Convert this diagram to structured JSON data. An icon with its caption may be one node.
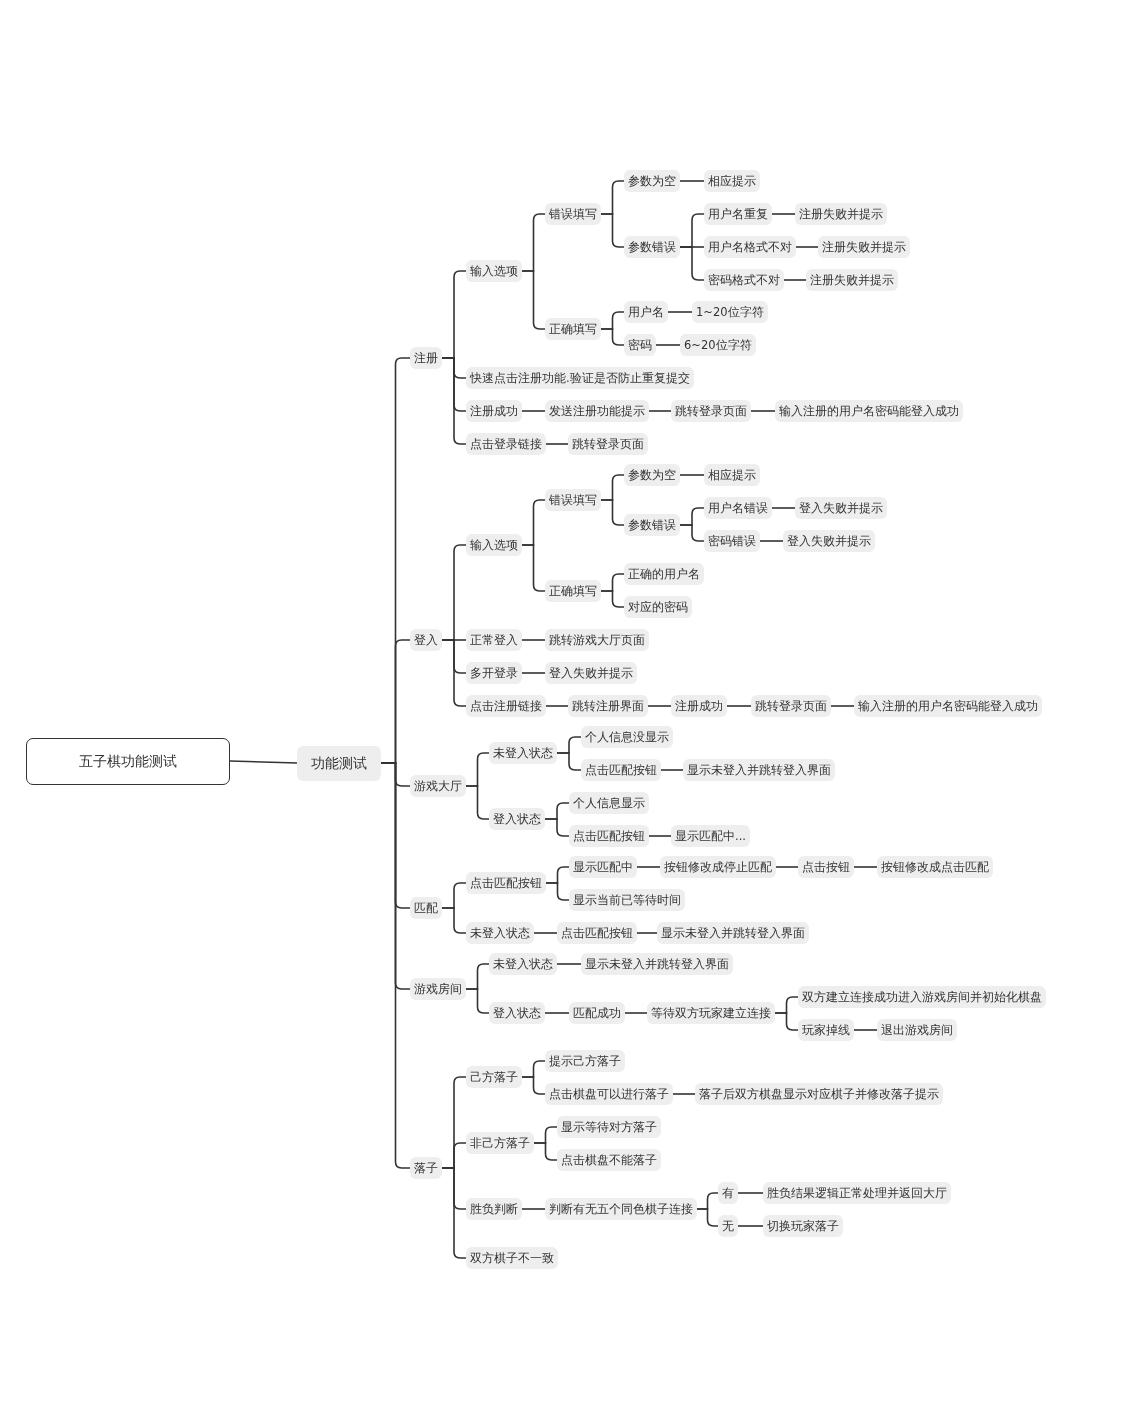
{
  "diagram": {
    "nodes": [
      {
        "text": [
          "五子棋功能测试"
        ]
      },
      {
        "text": [
          "功能测试"
        ]
      },
      {
        "text": [
          "注册"
        ]
      },
      {
        "text": [
          "输入选项"
        ]
      },
      {
        "text": [
          "错误填写"
        ]
      },
      {
        "text": [
          "参数为空"
        ]
      },
      {
        "text": [
          "相应提示"
        ]
      },
      {
        "text": [
          "参数错误"
        ]
      },
      {
        "text": [
          "用户名重复"
        ]
      },
      {
        "text": [
          "注册失败并提示"
        ]
      },
      {
        "text": [
          "用户名格式不对"
        ]
      },
      {
        "text": [
          "注册失败并提示"
        ]
      },
      {
        "text": [
          "密码格式不对"
        ]
      },
      {
        "text": [
          "注册失败并提示"
        ]
      },
      {
        "text": [
          "正确填写"
        ]
      },
      {
        "text": [
          "用户名"
        ]
      },
      {
        "text": [
          "1~20位字符"
        ]
      },
      {
        "text": [
          "密码"
        ]
      },
      {
        "text": [
          "6~20位字符"
        ]
      },
      {
        "text": [
          "快速点击注册功能.验证是否防止重复提交"
        ]
      },
      {
        "text": [
          "注册成功"
        ]
      },
      {
        "text": [
          "发送注册功能提示"
        ]
      },
      {
        "text": [
          "跳转登录页面"
        ]
      },
      {
        "text": [
          "输入注册的用户名密码能登入成功"
        ]
      },
      {
        "text": [
          "点击登录链接"
        ]
      },
      {
        "text": [
          "跳转登录页面"
        ]
      },
      {
        "text": [
          "登入"
        ]
      },
      {
        "text": [
          "输入选项"
        ]
      },
      {
        "text": [
          "错误填写"
        ]
      },
      {
        "text": [
          "参数为空"
        ]
      },
      {
        "text": [
          "相应提示"
        ]
      },
      {
        "text": [
          "参数错误"
        ]
      },
      {
        "text": [
          "用户名错误"
        ]
      },
      {
        "text": [
          "登入失败并提示"
        ]
      },
      {
        "text": [
          "密码错误"
        ]
      },
      {
        "text": [
          "登入失败并提示"
        ]
      },
      {
        "text": [
          "正确填写"
        ]
      },
      {
        "text": [
          "正确的用户名"
        ]
      },
      {
        "text": [
          "对应的密码"
        ]
      },
      {
        "text": [
          "正常登入"
        ]
      },
      {
        "text": [
          "跳转游戏大厅页面"
        ]
      },
      {
        "text": [
          "多开登录"
        ]
      },
      {
        "text": [
          "登入失败并提示"
        ]
      },
      {
        "text": [
          "点击注册链接"
        ]
      },
      {
        "text": [
          "跳转注册界面"
        ]
      },
      {
        "text": [
          "注册成功"
        ]
      },
      {
        "text": [
          "跳转登录页面"
        ]
      },
      {
        "text": [
          "输入注册的用户名密码能登入成功"
        ]
      },
      {
        "text": [
          "游戏大厅"
        ]
      },
      {
        "text": [
          "未登入状态"
        ]
      },
      {
        "text": [
          "个人信息没显示"
        ]
      },
      {
        "text": [
          "点击匹配按钮"
        ]
      },
      {
        "text": [
          "显示未登入并跳转登入界面"
        ]
      },
      {
        "text": [
          "登入状态"
        ]
      },
      {
        "text": [
          "个人信息显示"
        ]
      },
      {
        "text": [
          "点击匹配按钮"
        ]
      },
      {
        "text": [
          "显示匹配中..."
        ]
      },
      {
        "text": [
          "匹配"
        ]
      },
      {
        "text": [
          "点击匹配按钮"
        ]
      },
      {
        "text": [
          "显示匹配中"
        ]
      },
      {
        "text": [
          "按钮修改成停止匹配"
        ]
      },
      {
        "text": [
          "点击按钮"
        ]
      },
      {
        "text": [
          "按钮修改成点击匹配"
        ]
      },
      {
        "text": [
          "显示当前已等待时间"
        ]
      },
      {
        "text": [
          "未登入状态"
        ]
      },
      {
        "text": [
          "点击匹配按钮"
        ]
      },
      {
        "text": [
          "显示未登入并跳转登入界面"
        ]
      },
      {
        "text": [
          "游戏房间"
        ]
      },
      {
        "text": [
          "未登入状态"
        ]
      },
      {
        "text": [
          "显示未登入并跳转登入界面"
        ]
      },
      {
        "text": [
          "登入状态"
        ]
      },
      {
        "text": [
          "匹配成功"
        ]
      },
      {
        "text": [
          "等待双方玩家建立连接"
        ]
      },
      {
        "text": [
          "双方建立连接成功进入游戏房间并初始化棋盘"
        ]
      },
      {
        "text": [
          "玩家掉线"
        ]
      },
      {
        "text": [
          "退出游戏房间"
        ]
      },
      {
        "text": [
          "落子"
        ]
      },
      {
        "text": [
          "己方落子"
        ]
      },
      {
        "text": [
          "提示己方落子"
        ]
      },
      {
        "text": [
          "点击棋盘可以进行落子"
        ]
      },
      {
        "text": [
          "落子后双方棋盘显示对应棋子并修改落子提示"
        ]
      },
      {
        "text": [
          "非己方落子"
        ]
      },
      {
        "text": [
          "显示等待对方落子"
        ]
      },
      {
        "text": [
          "点击棋盘不能落子"
        ]
      },
      {
        "text": [
          "胜负判断"
        ]
      },
      {
        "text": [
          "判断有无五个同色棋子连接"
        ]
      },
      {
        "text": [
          "有"
        ]
      },
      {
        "text": [
          "胜负结果逻辑正常处理并返回大厅"
        ]
      },
      {
        "text": [
          "无"
        ]
      },
      {
        "text": [
          "切换玩家落子"
        ]
      },
      {
        "text": [
          "双方棋子不一致"
        ]
      }
    ],
    "edges": [
      {
        "from": 0,
        "to": 1,
        "arrow": "none"
      },
      {
        "from": 1,
        "to": 2,
        "arrow": "none"
      },
      {
        "from": 2,
        "to": 3,
        "arrow": "none"
      },
      {
        "from": 3,
        "to": 4,
        "arrow": "none"
      },
      {
        "from": 4,
        "to": 5,
        "arrow": "none"
      },
      {
        "from": 5,
        "to": 6,
        "arrow": "none"
      },
      {
        "from": 4,
        "to": 7,
        "arrow": "none"
      },
      {
        "from": 7,
        "to": 8,
        "arrow": "none"
      },
      {
        "from": 8,
        "to": 9,
        "arrow": "none"
      },
      {
        "from": 7,
        "to": 10,
        "arrow": "none"
      },
      {
        "from": 10,
        "to": 11,
        "arrow": "none"
      },
      {
        "from": 7,
        "to": 12,
        "arrow": "none"
      },
      {
        "from": 12,
        "to": 13,
        "arrow": "none"
      },
      {
        "from": 3,
        "to": 14,
        "arrow": "none"
      },
      {
        "from": 14,
        "to": 15,
        "arrow": "none"
      },
      {
        "from": 15,
        "to": 16,
        "arrow": "none"
      },
      {
        "from": 14,
        "to": 17,
        "arrow": "none"
      },
      {
        "from": 17,
        "to": 18,
        "arrow": "none"
      },
      {
        "from": 2,
        "to": 19,
        "arrow": "none"
      },
      {
        "from": 2,
        "to": 20,
        "arrow": "none"
      },
      {
        "from": 20,
        "to": 21,
        "arrow": "none"
      },
      {
        "from": 21,
        "to": 22,
        "arrow": "none"
      },
      {
        "from": 22,
        "to": 23,
        "arrow": "none"
      },
      {
        "from": 2,
        "to": 24,
        "arrow": "none"
      },
      {
        "from": 24,
        "to": 25,
        "arrow": "none"
      },
      {
        "from": 1,
        "to": 26,
        "arrow": "none"
      },
      {
        "from": 26,
        "to": 27,
        "arrow": "none"
      },
      {
        "from": 27,
        "to": 28,
        "arrow": "none"
      },
      {
        "from": 28,
        "to": 29,
        "arrow": "none"
      },
      {
        "from": 29,
        "to": 30,
        "arrow": "none"
      },
      {
        "from": 28,
        "to": 31,
        "arrow": "none"
      },
      {
        "from": 31,
        "to": 32,
        "arrow": "none"
      },
      {
        "from": 32,
        "to": 33,
        "arrow": "none"
      },
      {
        "from": 31,
        "to": 34,
        "arrow": "none"
      },
      {
        "from": 34,
        "to": 35,
        "arrow": "none"
      },
      {
        "from": 27,
        "to": 36,
        "arrow": "none"
      },
      {
        "from": 36,
        "to": 37,
        "arrow": "none"
      },
      {
        "from": 36,
        "to": 38,
        "arrow": "none"
      },
      {
        "from": 26,
        "to": 39,
        "arrow": "none"
      },
      {
        "from": 39,
        "to": 40,
        "arrow": "none"
      },
      {
        "from": 26,
        "to": 41,
        "arrow": "none"
      },
      {
        "from": 41,
        "to": 42,
        "arrow": "none"
      },
      {
        "from": 26,
        "to": 43,
        "arrow": "none"
      },
      {
        "from": 43,
        "to": 44,
        "arrow": "none"
      },
      {
        "from": 44,
        "to": 45,
        "arrow": "none"
      },
      {
        "from": 45,
        "to": 46,
        "arrow": "none"
      },
      {
        "from": 46,
        "to": 47,
        "arrow": "none"
      },
      {
        "from": 1,
        "to": 48,
        "arrow": "none"
      },
      {
        "from": 48,
        "to": 49,
        "arrow": "none"
      },
      {
        "from": 49,
        "to": 50,
        "arrow": "none"
      },
      {
        "from": 49,
        "to": 51,
        "arrow": "none"
      },
      {
        "from": 51,
        "to": 52,
        "arrow": "none"
      },
      {
        "from": 48,
        "to": 53,
        "arrow": "none"
      },
      {
        "from": 53,
        "to": 54,
        "arrow": "none"
      },
      {
        "from": 53,
        "to": 55,
        "arrow": "none"
      },
      {
        "from": 55,
        "to": 56,
        "arrow": "none"
      },
      {
        "from": 1,
        "to": 57,
        "arrow": "none"
      },
      {
        "from": 57,
        "to": 58,
        "arrow": "none"
      },
      {
        "from": 58,
        "to": 59,
        "arrow": "none"
      },
      {
        "from": 59,
        "to": 60,
        "arrow": "none"
      },
      {
        "from": 60,
        "to": 61,
        "arrow": "none"
      },
      {
        "from": 61,
        "to": 62,
        "arrow": "none"
      },
      {
        "from": 58,
        "to": 63,
        "arrow": "none"
      },
      {
        "from": 57,
        "to": 64,
        "arrow": "none"
      },
      {
        "from": 64,
        "to": 65,
        "arrow": "none"
      },
      {
        "from": 65,
        "to": 66,
        "arrow": "none"
      },
      {
        "from": 1,
        "to": 67,
        "arrow": "none"
      },
      {
        "from": 67,
        "to": 68,
        "arrow": "none"
      },
      {
        "from": 68,
        "to": 69,
        "arrow": "none"
      },
      {
        "from": 67,
        "to": 70,
        "arrow": "none"
      },
      {
        "from": 70,
        "to": 71,
        "arrow": "none"
      },
      {
        "from": 71,
        "to": 72,
        "arrow": "none"
      },
      {
        "from": 72,
        "to": 73,
        "arrow": "none"
      },
      {
        "from": 72,
        "to": 74,
        "arrow": "none"
      },
      {
        "from": 74,
        "to": 75,
        "arrow": "none"
      },
      {
        "from": 1,
        "to": 76,
        "arrow": "none"
      },
      {
        "from": 76,
        "to": 77,
        "arrow": "none"
      },
      {
        "from": 77,
        "to": 78,
        "arrow": "none"
      },
      {
        "from": 77,
        "to": 79,
        "arrow": "none"
      },
      {
        "from": 79,
        "to": 80,
        "arrow": "none"
      },
      {
        "from": 76,
        "to": 81,
        "arrow": "none"
      },
      {
        "from": 81,
        "to": 82,
        "arrow": "none"
      },
      {
        "from": 81,
        "to": 83,
        "arrow": "none"
      },
      {
        "from": 76,
        "to": 84,
        "arrow": "none"
      },
      {
        "from": 84,
        "to": 85,
        "arrow": "none"
      },
      {
        "from": 85,
        "to": 86,
        "arrow": "none"
      },
      {
        "from": 86,
        "to": 87,
        "arrow": "none"
      },
      {
        "from": 85,
        "to": 88,
        "arrow": "none"
      },
      {
        "from": 88,
        "to": 89,
        "arrow": "none"
      },
      {
        "from": 76,
        "to": 90,
        "arrow": "none"
      }
    ]
  }
}
